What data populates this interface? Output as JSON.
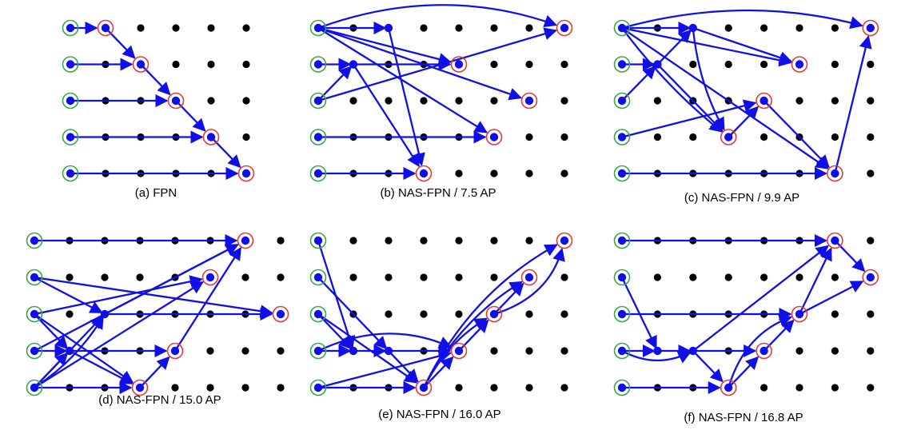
{
  "figure": {
    "colors": {
      "edge": "#1010e6",
      "node_active": "#1010e6",
      "node_idle": "#000000",
      "input_ring": "#3aa64a",
      "output_ring": "#e03a3a"
    },
    "panels": [
      {
        "id": "a",
        "caption": "(a) FPN",
        "cols": 6,
        "edges": [
          {
            "from": [
              0,
              0
            ],
            "to": [
              1,
              0
            ]
          },
          {
            "from": [
              1,
              0
            ],
            "to": [
              2,
              1
            ]
          },
          {
            "from": [
              0,
              1
            ],
            "to": [
              2,
              1
            ]
          },
          {
            "from": [
              2,
              1
            ],
            "to": [
              3,
              2
            ]
          },
          {
            "from": [
              0,
              2
            ],
            "to": [
              3,
              2
            ]
          },
          {
            "from": [
              3,
              2
            ],
            "to": [
              4,
              3
            ]
          },
          {
            "from": [
              0,
              3
            ],
            "to": [
              4,
              3
            ]
          },
          {
            "from": [
              4,
              3
            ],
            "to": [
              5,
              4
            ]
          },
          {
            "from": [
              0,
              4
            ],
            "to": [
              5,
              4
            ]
          }
        ],
        "blue_nodes": [],
        "outputs": [
          [
            1,
            0
          ],
          [
            2,
            1
          ],
          [
            3,
            2
          ],
          [
            4,
            3
          ],
          [
            5,
            4
          ]
        ]
      },
      {
        "id": "b",
        "caption": "(b) NAS-FPN / 7.5 AP",
        "cols": 8,
        "edges": [
          {
            "from": [
              0,
              0
            ],
            "to": [
              2,
              0
            ]
          },
          {
            "from": [
              0,
              0
            ],
            "to": [
              7,
              0
            ],
            "curve": -55
          },
          {
            "from": [
              0,
              0
            ],
            "to": [
              4,
              1
            ]
          },
          {
            "from": [
              0,
              0
            ],
            "to": [
              6,
              2
            ]
          },
          {
            "from": [
              0,
              0
            ],
            "to": [
              5,
              3
            ]
          },
          {
            "from": [
              0,
              1
            ],
            "to": [
              1,
              1
            ]
          },
          {
            "from": [
              0,
              2
            ],
            "to": [
              1,
              1
            ]
          },
          {
            "from": [
              1,
              1
            ],
            "to": [
              3,
              4
            ]
          },
          {
            "from": [
              1,
              1
            ],
            "to": [
              4,
              1
            ]
          },
          {
            "from": [
              2,
              0
            ],
            "to": [
              3,
              4
            ]
          },
          {
            "from": [
              0,
              2
            ],
            "to": [
              7,
              0
            ]
          },
          {
            "from": [
              0,
              3
            ],
            "to": [
              5,
              3
            ]
          },
          {
            "from": [
              0,
              4
            ],
            "to": [
              3,
              4
            ]
          }
        ],
        "blue_nodes": [
          [
            2,
            0
          ],
          [
            1,
            1
          ]
        ],
        "outputs": [
          [
            7,
            0
          ],
          [
            4,
            1
          ],
          [
            6,
            2
          ],
          [
            5,
            3
          ],
          [
            3,
            4
          ]
        ]
      },
      {
        "id": "c",
        "caption": "(c) NAS-FPN / 9.9 AP",
        "cols": 8,
        "edges": [
          {
            "from": [
              0,
              0
            ],
            "to": [
              7,
              0
            ],
            "curve": -42
          },
          {
            "from": [
              0,
              0
            ],
            "to": [
              2,
              0
            ]
          },
          {
            "from": [
              0,
              0
            ],
            "to": [
              5,
              1
            ]
          },
          {
            "from": [
              0,
              0
            ],
            "to": [
              3,
              3
            ],
            "curve": 12
          },
          {
            "from": [
              0,
              0
            ],
            "to": [
              6,
              4
            ]
          },
          {
            "from": [
              0,
              1
            ],
            "to": [
              1,
              1
            ]
          },
          {
            "from": [
              0,
              2
            ],
            "to": [
              1,
              1
            ]
          },
          {
            "from": [
              1,
              1
            ],
            "to": [
              2,
              0
            ]
          },
          {
            "from": [
              1,
              1
            ],
            "to": [
              3,
              3
            ]
          },
          {
            "from": [
              2,
              0
            ],
            "to": [
              5,
              1
            ]
          },
          {
            "from": [
              2,
              0
            ],
            "to": [
              3,
              3
            ],
            "curve": 15
          },
          {
            "from": [
              0,
              3
            ],
            "to": [
              4,
              2
            ]
          },
          {
            "from": [
              3,
              3
            ],
            "to": [
              4,
              2
            ]
          },
          {
            "from": [
              4,
              2
            ],
            "to": [
              6,
              4
            ]
          },
          {
            "from": [
              0,
              4
            ],
            "to": [
              6,
              4
            ]
          },
          {
            "from": [
              6,
              4
            ],
            "to": [
              7,
              0
            ]
          }
        ],
        "blue_nodes": [
          [
            2,
            0
          ],
          [
            1,
            1
          ]
        ],
        "outputs": [
          [
            7,
            0
          ],
          [
            5,
            1
          ],
          [
            4,
            2
          ],
          [
            3,
            3
          ],
          [
            6,
            4
          ]
        ]
      },
      {
        "id": "d",
        "caption": "(d) NAS-FPN / 15.0 AP",
        "cols": 8,
        "edges": [
          {
            "from": [
              0,
              0
            ],
            "to": [
              6,
              0
            ]
          },
          {
            "from": [
              0,
              1
            ],
            "to": [
              7,
              2
            ]
          },
          {
            "from": [
              0,
              1
            ],
            "to": [
              2,
              2
            ]
          },
          {
            "from": [
              0,
              2
            ],
            "to": [
              1,
              3
            ]
          },
          {
            "from": [
              0,
              2
            ],
            "to": [
              3,
              4
            ]
          },
          {
            "from": [
              0,
              2
            ],
            "to": [
              5,
              1
            ]
          },
          {
            "from": [
              0,
              3
            ],
            "to": [
              1,
              3
            ]
          },
          {
            "from": [
              0,
              3
            ],
            "to": [
              6,
              0
            ]
          },
          {
            "from": [
              1,
              3
            ],
            "to": [
              4,
              3
            ]
          },
          {
            "from": [
              1,
              3
            ],
            "to": [
              3,
              4
            ]
          },
          {
            "from": [
              0,
              4
            ],
            "to": [
              1,
              3
            ]
          },
          {
            "from": [
              0,
              4
            ],
            "to": [
              2,
              2
            ]
          },
          {
            "from": [
              0,
              4
            ],
            "to": [
              5,
              1
            ]
          },
          {
            "from": [
              0,
              4
            ],
            "to": [
              3,
              4
            ]
          },
          {
            "from": [
              0,
              4
            ],
            "to": [
              2,
              2
            ],
            "curve": 14
          },
          {
            "from": [
              2,
              2
            ],
            "to": [
              7,
              2
            ]
          },
          {
            "from": [
              2,
              2
            ],
            "to": [
              6,
              0
            ]
          },
          {
            "from": [
              3,
              4
            ],
            "to": [
              4,
              3
            ]
          },
          {
            "from": [
              4,
              3
            ],
            "to": [
              6,
              0
            ]
          }
        ],
        "blue_nodes": [
          [
            1,
            3
          ],
          [
            2,
            2
          ]
        ],
        "outputs": [
          [
            6,
            0
          ],
          [
            5,
            1
          ],
          [
            7,
            2
          ],
          [
            4,
            3
          ],
          [
            3,
            4
          ]
        ]
      },
      {
        "id": "e",
        "caption": "(e) NAS-FPN / 16.0 AP",
        "cols": 8,
        "edges": [
          {
            "from": [
              0,
              0
            ],
            "to": [
              1,
              3
            ]
          },
          {
            "from": [
              0,
              1
            ],
            "to": [
              2,
              3
            ]
          },
          {
            "from": [
              0,
              2
            ],
            "to": [
              1,
              3
            ]
          },
          {
            "from": [
              0,
              2
            ],
            "to": [
              3,
              4
            ]
          },
          {
            "from": [
              0,
              3
            ],
            "to": [
              1,
              3
            ]
          },
          {
            "from": [
              0,
              3
            ],
            "to": [
              4,
              3
            ],
            "curve": -40
          },
          {
            "from": [
              1,
              3
            ],
            "to": [
              2,
              3
            ]
          },
          {
            "from": [
              2,
              3
            ],
            "to": [
              4,
              3
            ]
          },
          {
            "from": [
              2,
              3
            ],
            "to": [
              3,
              4
            ]
          },
          {
            "from": [
              0,
              4
            ],
            "to": [
              4,
              3
            ]
          },
          {
            "from": [
              0,
              4
            ],
            "to": [
              3,
              4
            ]
          },
          {
            "from": [
              3,
              4
            ],
            "to": [
              4,
              3
            ]
          },
          {
            "from": [
              4,
              3
            ],
            "to": [
              5,
              2
            ]
          },
          {
            "from": [
              3,
              4
            ],
            "to": [
              5,
              2
            ],
            "curve": -18
          },
          {
            "from": [
              5,
              2
            ],
            "to": [
              6,
              1
            ]
          },
          {
            "from": [
              3,
              4
            ],
            "to": [
              6,
              1
            ],
            "curve": -26
          },
          {
            "from": [
              5,
              2
            ],
            "to": [
              7,
              0
            ],
            "curve": 34
          },
          {
            "from": [
              3,
              4
            ],
            "to": [
              7,
              0
            ],
            "curve": -40
          }
        ],
        "blue_nodes": [
          [
            1,
            3
          ],
          [
            2,
            3
          ]
        ],
        "outputs": [
          [
            7,
            0
          ],
          [
            6,
            1
          ],
          [
            5,
            2
          ],
          [
            4,
            3
          ],
          [
            3,
            4
          ]
        ]
      },
      {
        "id": "f",
        "caption": "(f) NAS-FPN / 16.8 AP",
        "cols": 8,
        "edges": [
          {
            "from": [
              0,
              0
            ],
            "to": [
              6,
              0
            ]
          },
          {
            "from": [
              6,
              0
            ],
            "to": [
              7,
              1
            ]
          },
          {
            "from": [
              0,
              1
            ],
            "to": [
              1,
              3
            ]
          },
          {
            "from": [
              0,
              2
            ],
            "to": [
              5,
              2
            ]
          },
          {
            "from": [
              5,
              2
            ],
            "to": [
              6,
              0
            ]
          },
          {
            "from": [
              5,
              2
            ],
            "to": [
              7,
              1
            ]
          },
          {
            "from": [
              0,
              3
            ],
            "to": [
              1,
              3
            ]
          },
          {
            "from": [
              1,
              3
            ],
            "to": [
              2,
              3
            ]
          },
          {
            "from": [
              0,
              3
            ],
            "to": [
              2,
              3
            ],
            "curve": 22
          },
          {
            "from": [
              2,
              3
            ],
            "to": [
              4,
              3
            ]
          },
          {
            "from": [
              2,
              3
            ],
            "to": [
              3,
              4
            ]
          },
          {
            "from": [
              2,
              3
            ],
            "to": [
              6,
              0
            ]
          },
          {
            "from": [
              0,
              4
            ],
            "to": [
              3,
              4
            ]
          },
          {
            "from": [
              3,
              4
            ],
            "to": [
              4,
              3
            ]
          },
          {
            "from": [
              4,
              3
            ],
            "to": [
              5,
              2
            ]
          },
          {
            "from": [
              3,
              4
            ],
            "to": [
              5,
              2
            ],
            "curve": -32
          }
        ],
        "blue_nodes": [
          [
            1,
            3
          ],
          [
            2,
            3
          ]
        ],
        "outputs": [
          [
            6,
            0
          ],
          [
            7,
            1
          ],
          [
            5,
            2
          ],
          [
            4,
            3
          ],
          [
            3,
            4
          ]
        ]
      }
    ]
  }
}
